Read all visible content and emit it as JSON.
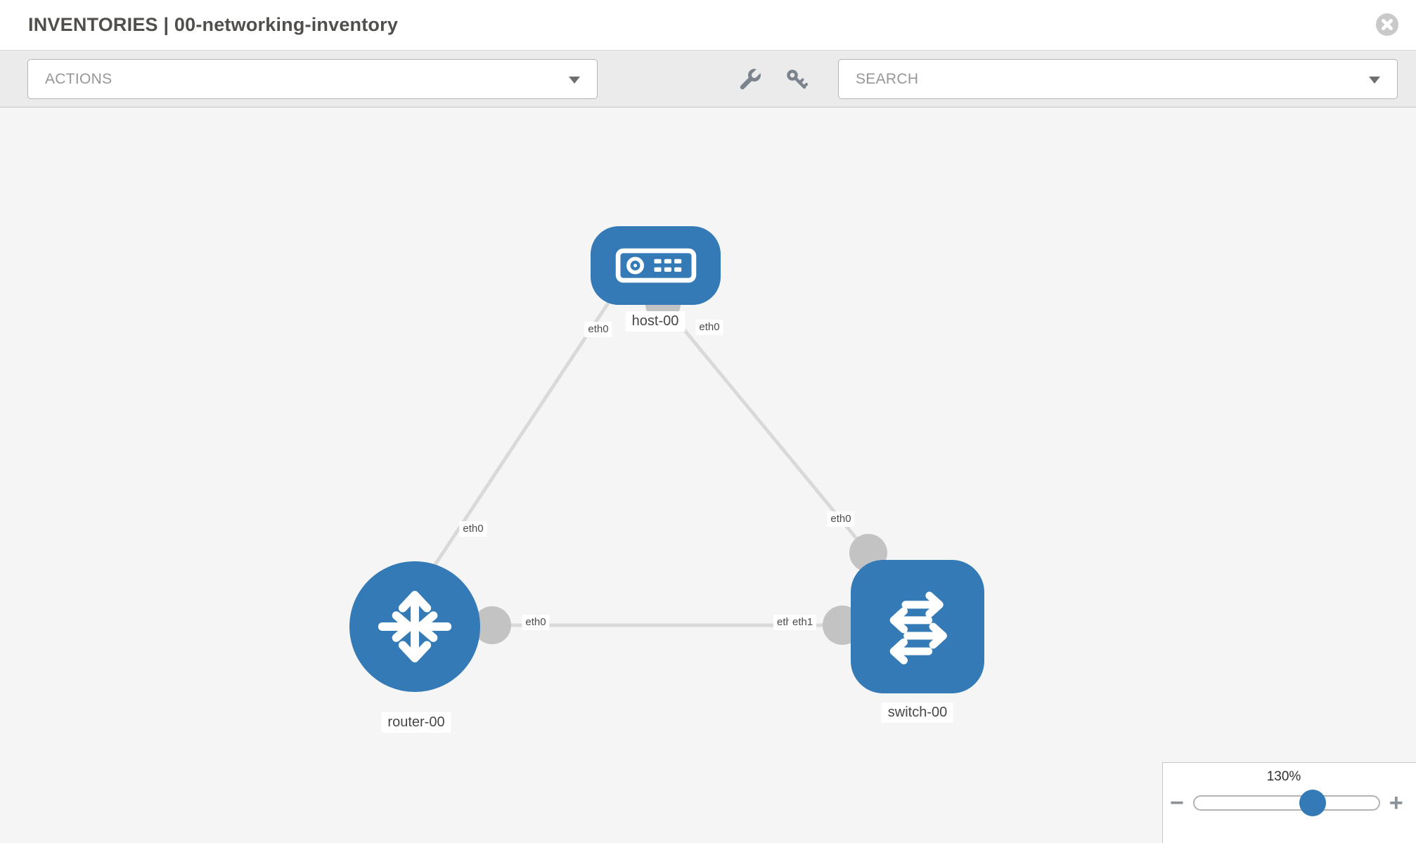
{
  "header": {
    "title": "INVENTORIES | 00-networking-inventory"
  },
  "toolbar": {
    "actions_label": "ACTIONS",
    "search_label": "SEARCH"
  },
  "icons": [
    "x-circle-icon",
    "chevron-down-icon",
    "wrench-icon",
    "key-icon",
    "interface-connector-dot"
  ],
  "topology": {
    "nodes": [
      {
        "name": "host-00",
        "type": "host"
      },
      {
        "name": "router-00",
        "type": "router"
      },
      {
        "name": "switch-00",
        "type": "switch"
      }
    ],
    "links": [
      {
        "source": "host-00",
        "target": "router-00",
        "source_label": "eth0",
        "target_label": "eth0"
      },
      {
        "source": "host-00",
        "target": "switch-00",
        "source_label": "eth0",
        "target_label": "eth0"
      },
      {
        "source": "router-00",
        "target": "switch-00",
        "source_label": "eth0",
        "target_label": "eth0",
        "target_label_overlap": "eth1"
      }
    ]
  },
  "zoom_control": {
    "value": "130%",
    "minus_label": "−",
    "plus_label": "+",
    "slider_percent": 64
  },
  "colors": {
    "node_blue": "#337ab7",
    "link_gray": "#d9d9d9",
    "connector_gray": "#c3c3c3",
    "canvas_bg": "#f5f5f5",
    "toolbar_bg": "#ebebeb"
  }
}
